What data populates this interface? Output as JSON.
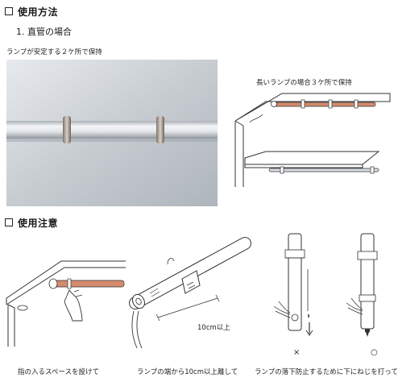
{
  "section1": {
    "title": "使用方法",
    "icon": "square-outline-icon"
  },
  "subsection1": {
    "title": "1. 直管の場合"
  },
  "captions": {
    "photo": "ランプが安定する２ケ所で保持",
    "long_lamp": "長いランプの場合３ケ所で保持",
    "finger_space": "指の入るスペースを設けて",
    "distance_10cm": "ランプの端から10cm以上離して",
    "screw_below": "ランプの落下防止するために下にねじを打って"
  },
  "section2": {
    "title": "使用注意",
    "icon": "square-outline-icon"
  },
  "dimension_label": "10cm以上",
  "marks": {
    "wrong": "×",
    "right": "○"
  },
  "colors": {
    "lamp_accent": "#d48a6c",
    "photo_bg": "#c9ced3",
    "line": "#333333"
  }
}
